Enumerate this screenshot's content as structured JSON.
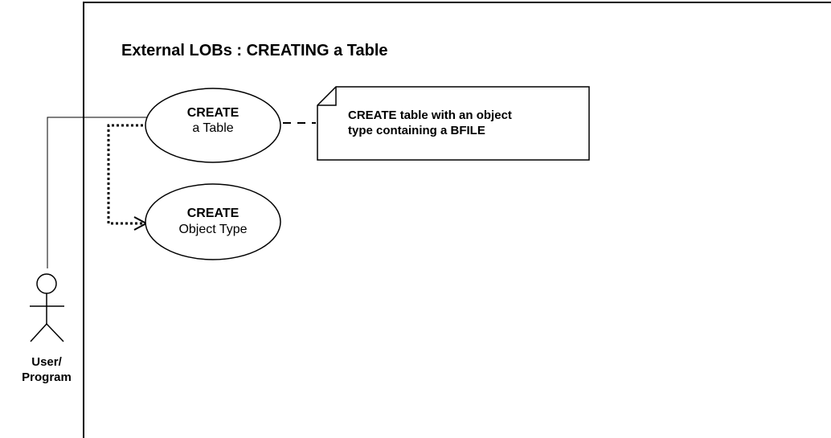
{
  "diagram": {
    "title": "External LOBs : CREATING a Table",
    "actor": {
      "line1": "User/",
      "line2": "Program"
    },
    "use_cases": [
      {
        "keyword": "CREATE",
        "name": "a Table"
      },
      {
        "keyword": "CREATE",
        "name": "Object Type"
      }
    ],
    "note": {
      "line1": "CREATE table with an object",
      "line2": "type containing a BFILE"
    }
  },
  "colors": {
    "stroke": "#000000",
    "background": "#ffffff"
  }
}
